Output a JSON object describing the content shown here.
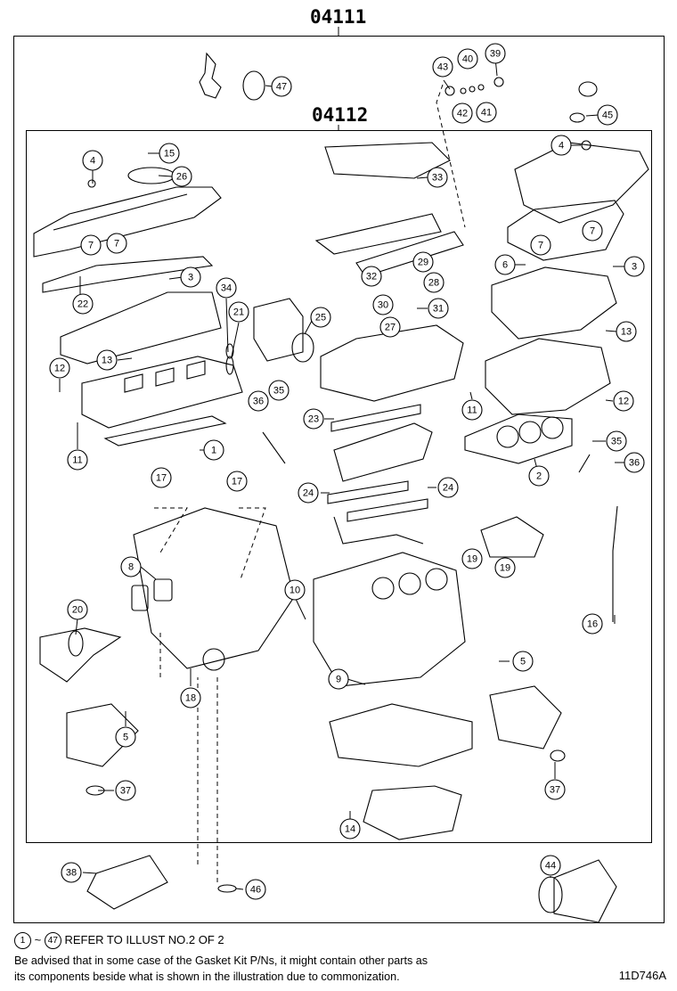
{
  "outer_kit_number": "04111",
  "inner_kit_number": "04112",
  "callouts": [
    {
      "label": "47"
    },
    {
      "label": "43"
    },
    {
      "label": "40"
    },
    {
      "label": "39"
    },
    {
      "label": "42"
    },
    {
      "label": "41"
    },
    {
      "label": "45"
    },
    {
      "label": "4"
    },
    {
      "label": "15"
    },
    {
      "label": "26"
    },
    {
      "label": "4"
    },
    {
      "label": "33"
    },
    {
      "label": "7"
    },
    {
      "label": "7"
    },
    {
      "label": "7"
    },
    {
      "label": "7"
    },
    {
      "label": "29"
    },
    {
      "label": "6"
    },
    {
      "label": "3"
    },
    {
      "label": "3"
    },
    {
      "label": "32"
    },
    {
      "label": "28"
    },
    {
      "label": "22"
    },
    {
      "label": "34"
    },
    {
      "label": "21"
    },
    {
      "label": "25"
    },
    {
      "label": "30"
    },
    {
      "label": "31"
    },
    {
      "label": "27"
    },
    {
      "label": "13"
    },
    {
      "label": "13"
    },
    {
      "label": "12"
    },
    {
      "label": "36"
    },
    {
      "label": "35"
    },
    {
      "label": "11"
    },
    {
      "label": "12"
    },
    {
      "label": "23"
    },
    {
      "label": "1"
    },
    {
      "label": "11"
    },
    {
      "label": "35"
    },
    {
      "label": "2"
    },
    {
      "label": "36"
    },
    {
      "label": "17"
    },
    {
      "label": "17"
    },
    {
      "label": "24"
    },
    {
      "label": "24"
    },
    {
      "label": "8"
    },
    {
      "label": "19"
    },
    {
      "label": "19"
    },
    {
      "label": "10"
    },
    {
      "label": "20"
    },
    {
      "label": "16"
    },
    {
      "label": "5"
    },
    {
      "label": "9"
    },
    {
      "label": "18"
    },
    {
      "label": "5"
    },
    {
      "label": "37"
    },
    {
      "label": "37"
    },
    {
      "label": "14"
    },
    {
      "label": "44"
    },
    {
      "label": "38"
    },
    {
      "label": "46"
    }
  ],
  "footnote": {
    "range_start": "1",
    "range_separator": "~",
    "range_end": "47",
    "range_text": "REFER TO ILLUST NO.2 OF 2",
    "advisory_line1": "Be advised that in some case of the Gasket Kit P/Ns,  it might contain other parts as",
    "advisory_line2": "its components beside what is shown in the illustration due to commonization."
  },
  "diagram_code": "11D746A"
}
